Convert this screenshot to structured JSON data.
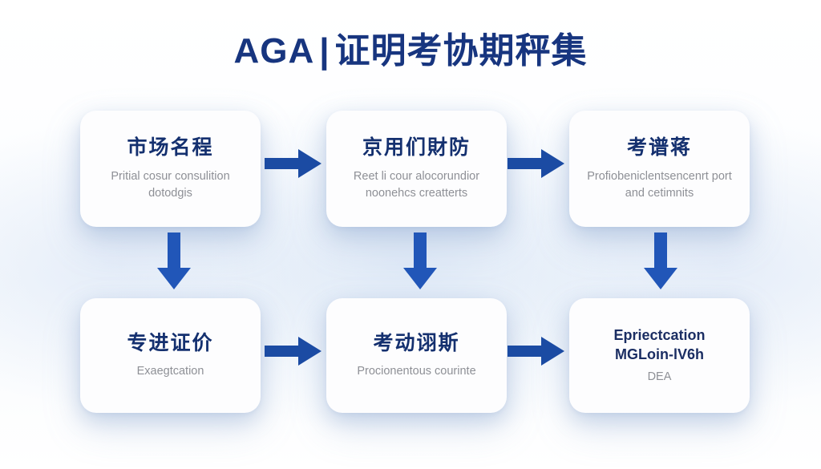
{
  "page": {
    "title_prefix": "AGA",
    "title_separator": "|",
    "title_cjk": "证明考协期秤集",
    "colors": {
      "title": "#17357f",
      "card_heading": "#14306f",
      "card_subtext": "#8e9096",
      "arrow": "#1b4ba3",
      "arrow_light": "#2156b8",
      "card_bg": "#fdfdfe",
      "background": "#ffffff"
    }
  },
  "cards": [
    {
      "id": "card-1",
      "heading": "市场名程",
      "sub_line1": "Pritial cosur consulition",
      "sub_line2": "dotodgis",
      "heading_script": "cjk"
    },
    {
      "id": "card-2",
      "heading": "京用们財防",
      "sub_line1": "Reet li cour alocorundior",
      "sub_line2": "noonehcs creatterts",
      "heading_script": "cjk"
    },
    {
      "id": "card-3",
      "heading": "考谱蒋",
      "sub_line1": "Profiobeniclentsencenrt",
      "sub_line2": "port and cetimnits",
      "heading_script": "cjk"
    },
    {
      "id": "card-4",
      "heading": "专进证价",
      "sub_line1": "Exaegtcation",
      "sub_line2": "",
      "heading_script": "cjk"
    },
    {
      "id": "card-5",
      "heading": "考动诩斯",
      "sub_line1": "Procionentous courinte",
      "sub_line2": "",
      "heading_script": "cjk"
    },
    {
      "id": "card-6",
      "heading_line1": "Epriectcation",
      "heading_line2": "MGLoin-lV6h",
      "sub_line1": "DEA",
      "sub_line2": "",
      "heading_script": "latin"
    }
  ],
  "arrows": [
    {
      "id": "arrow-h-1",
      "direction": "right",
      "from": "card-1",
      "to": "card-2"
    },
    {
      "id": "arrow-h-2",
      "direction": "right",
      "from": "card-2",
      "to": "card-3"
    },
    {
      "id": "arrow-h-3",
      "direction": "right",
      "from": "card-4",
      "to": "card-5"
    },
    {
      "id": "arrow-h-4",
      "direction": "right",
      "from": "card-5",
      "to": "card-6"
    },
    {
      "id": "arrow-v-1",
      "direction": "down",
      "from": "card-1",
      "to": "card-4"
    },
    {
      "id": "arrow-v-2",
      "direction": "down",
      "from": "card-2",
      "to": "card-5"
    },
    {
      "id": "arrow-v-3",
      "direction": "down",
      "from": "card-3",
      "to": "card-6"
    }
  ]
}
